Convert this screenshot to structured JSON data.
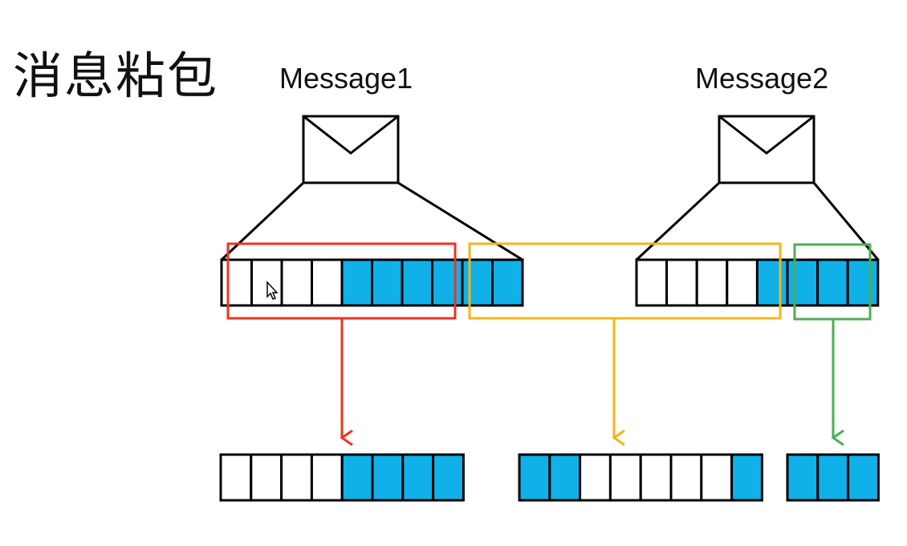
{
  "title": "消息粘包",
  "messages": [
    {
      "label": "Message1"
    },
    {
      "label": "Message2"
    }
  ],
  "colors": {
    "filled": "#10b1e8",
    "empty": "#ffffff",
    "outline": "#000000",
    "red": "#ee3322",
    "yellow": "#f5b518",
    "green": "#4caf50"
  },
  "stream_cells": {
    "message1": [
      "empty",
      "empty",
      "empty",
      "empty",
      "filled",
      "filled",
      "filled",
      "filled",
      "filled",
      "filled"
    ],
    "message2": [
      "empty",
      "empty",
      "empty",
      "empty",
      "filled",
      "filled",
      "filled",
      "filled"
    ]
  },
  "received_packets": [
    {
      "color": "red",
      "cells": [
        "empty",
        "empty",
        "empty",
        "empty",
        "filled",
        "filled",
        "filled",
        "filled"
      ]
    },
    {
      "color": "yellow",
      "cells": [
        "filled",
        "filled",
        "empty",
        "empty",
        "empty",
        "empty",
        "empty",
        "filled"
      ]
    },
    {
      "color": "green",
      "cells": [
        "filled",
        "filled",
        "filled"
      ]
    }
  ]
}
